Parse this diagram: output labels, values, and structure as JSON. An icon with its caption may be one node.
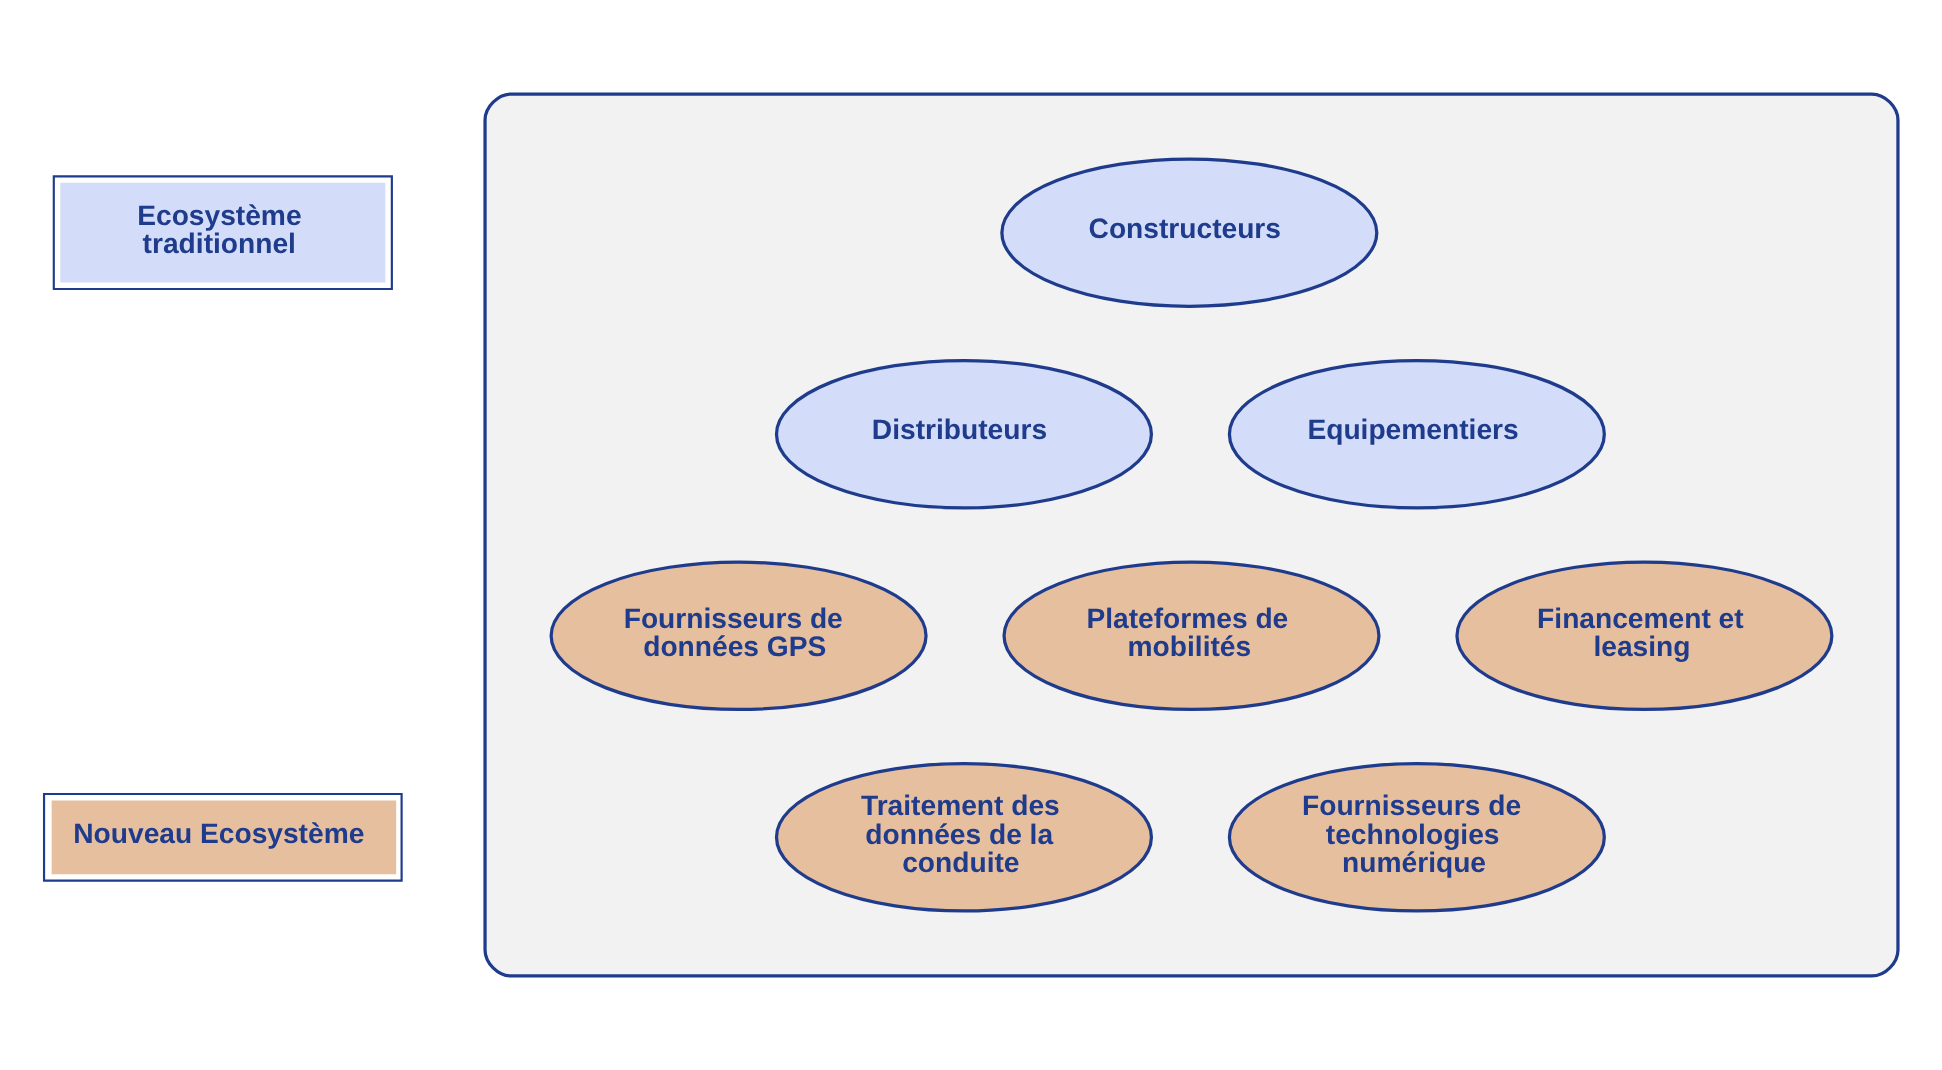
{
  "diagram": {
    "nodes": [
      {
        "text": [],
        "shape": "ellipse"
      },
      {
        "text": [
          "Constructeurs"
        ],
        "in": 0
      },
      {
        "text": [
          "Distributeurs"
        ],
        "in": 0
      },
      {
        "text": [
          "Equipementiers"
        ],
        "in": 0
      },
      {
        "text": [
          "Fournisseurs de données GPS"
        ],
        "in": 0
      },
      {
        "text": [
          "Plateformes de mobilités"
        ],
        "in": 0
      },
      {
        "text": [
          "Financement et leasing"
        ],
        "in": 0
      },
      {
        "text": [
          "Traitement des données de la conduite"
        ],
        "in": 0
      },
      {
        "text": [
          "Fournisseurs de technologies numérique"
        ],
        "in": 0
      }
    ],
    "legend": [
      {
        "text": "Ecosystème traditionnel",
        "color": "#d3dcf8"
      },
      {
        "text": "Nouveau Ecosystème",
        "color": "#e6bf9f"
      }
    ]
  }
}
